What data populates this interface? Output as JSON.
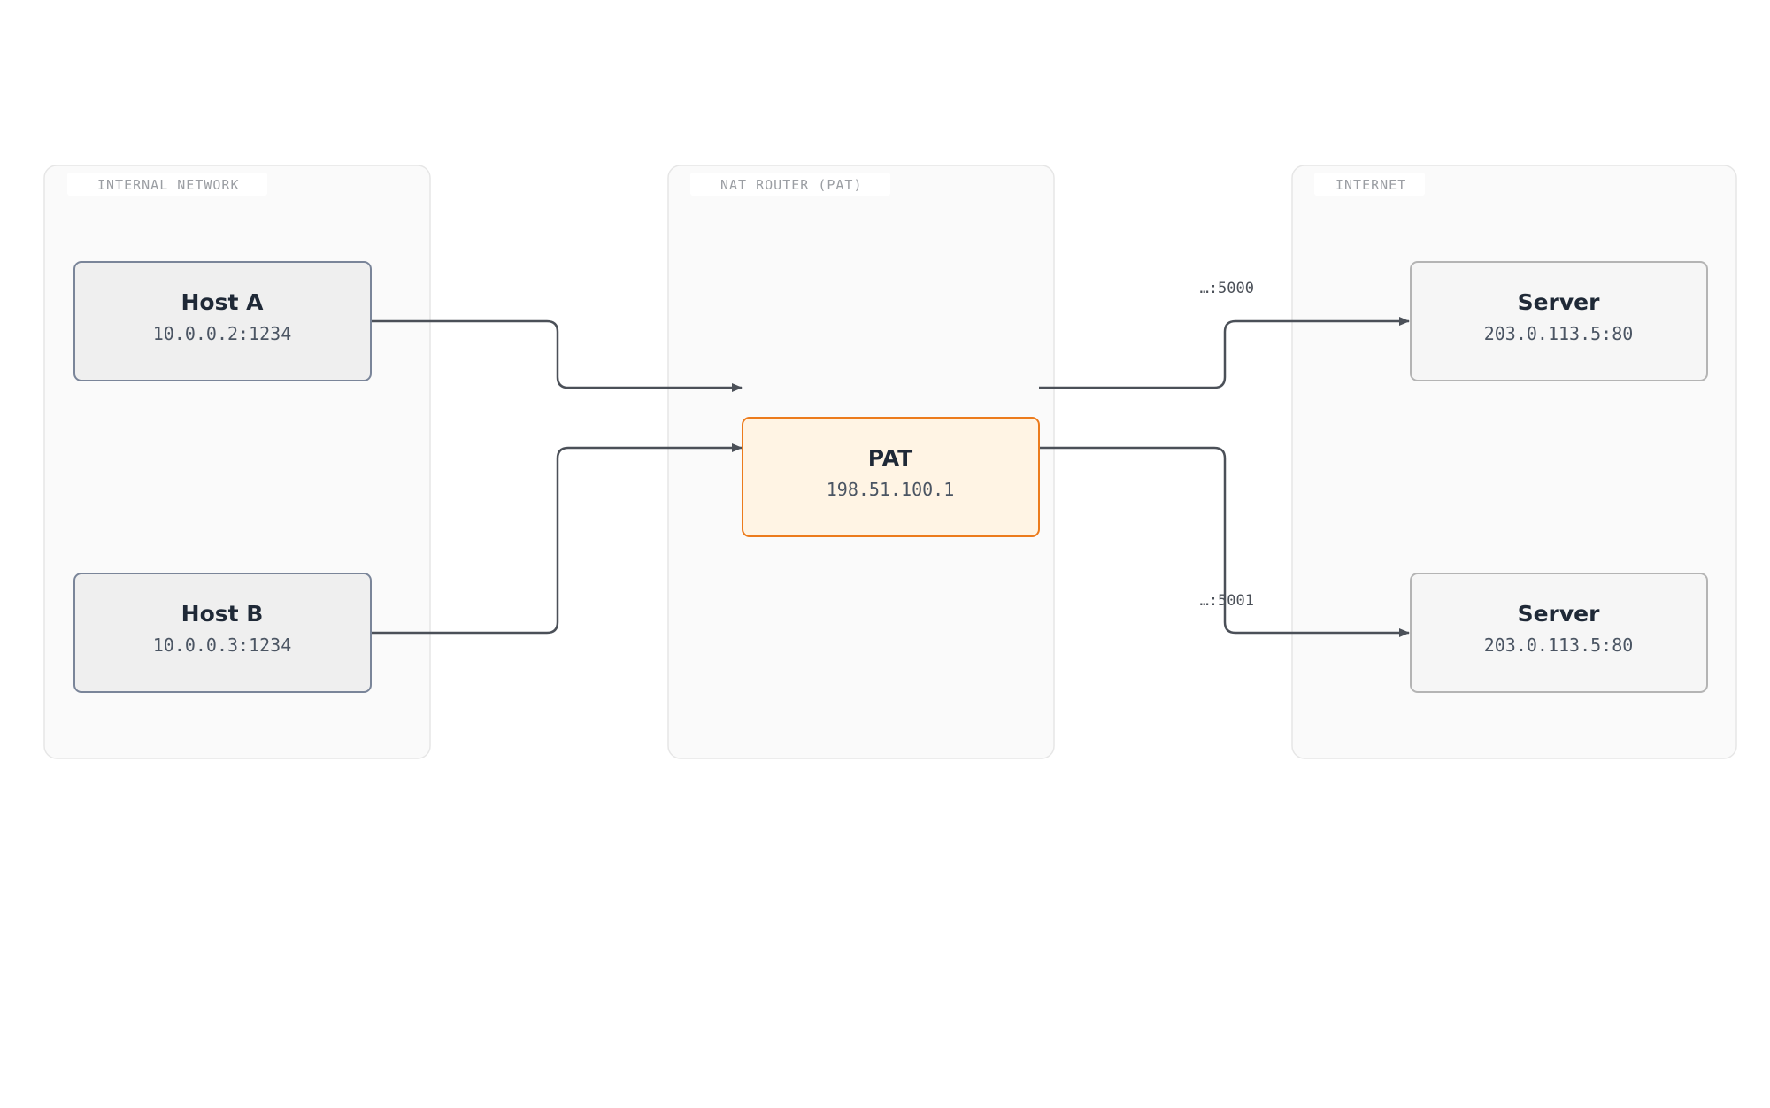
{
  "groups": {
    "internal": {
      "label": "INTERNAL NETWORK"
    },
    "router": {
      "label": "NAT ROUTER (PAT)"
    },
    "internet": {
      "label": "INTERNET"
    }
  },
  "nodes": {
    "host_a": {
      "title": "Host A",
      "address": "10.0.0.2:1234"
    },
    "host_b": {
      "title": "Host B",
      "address": "10.0.0.3:1234"
    },
    "pat": {
      "title": "PAT",
      "address": "198.51.100.1"
    },
    "server_1": {
      "title": "Server",
      "address": "203.0.113.5:80"
    },
    "server_2": {
      "title": "Server",
      "address": "203.0.113.5:80"
    }
  },
  "edges": {
    "port_5000": "…:5000",
    "port_5001": "…:5001"
  },
  "colors": {
    "host_fill": "#efefef",
    "host_stroke": "#7a8599",
    "pat_fill": "#fff4e4",
    "pat_stroke": "#ec7b1c",
    "server_fill": "#f6f6f6",
    "server_stroke": "#b4b4b4",
    "edge": "#4b5058"
  }
}
